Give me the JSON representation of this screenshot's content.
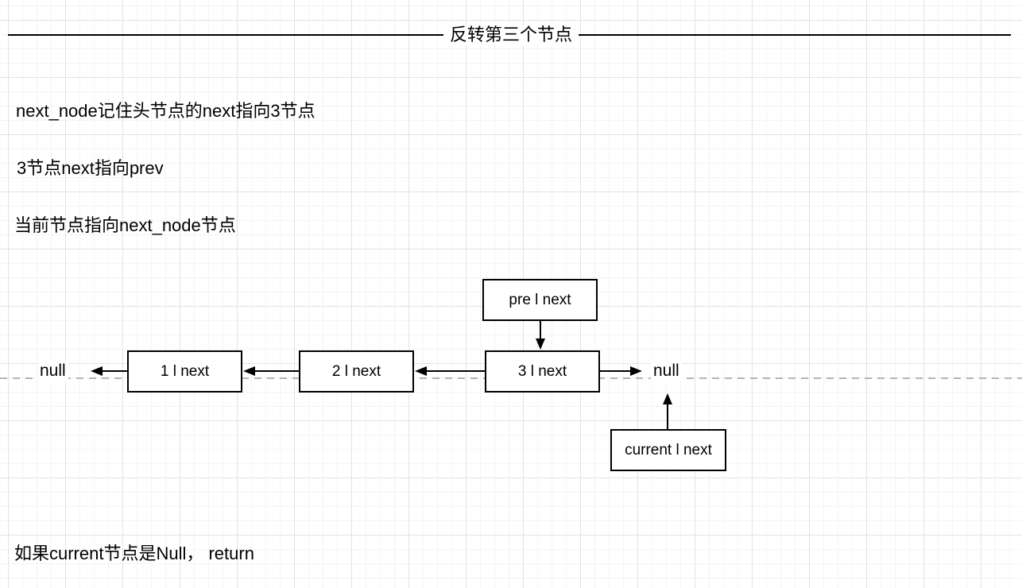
{
  "canvas": {
    "title": "反转第三个节点",
    "notes": [
      "next_node记住头节点的next指向3节点",
      "3节点next指向prev",
      "当前节点指向next_node节点"
    ],
    "footer_note": "如果current节点是Null， return"
  },
  "diagram": {
    "pre_node_label": "pre l next",
    "node3_label": "3 l next",
    "node2_label": "2 l next",
    "node1_label": "1 l next",
    "current_node_label": "current l next",
    "null_left_label": "null",
    "null_right_label": "null"
  },
  "colors": {
    "stroke": "#000000",
    "node_fill": "#ffffff",
    "dashed_line": "#b3b3b3",
    "grid_minor": "#f4f4f4",
    "grid_major": "#e3e3e3",
    "background": "#ffffff"
  }
}
